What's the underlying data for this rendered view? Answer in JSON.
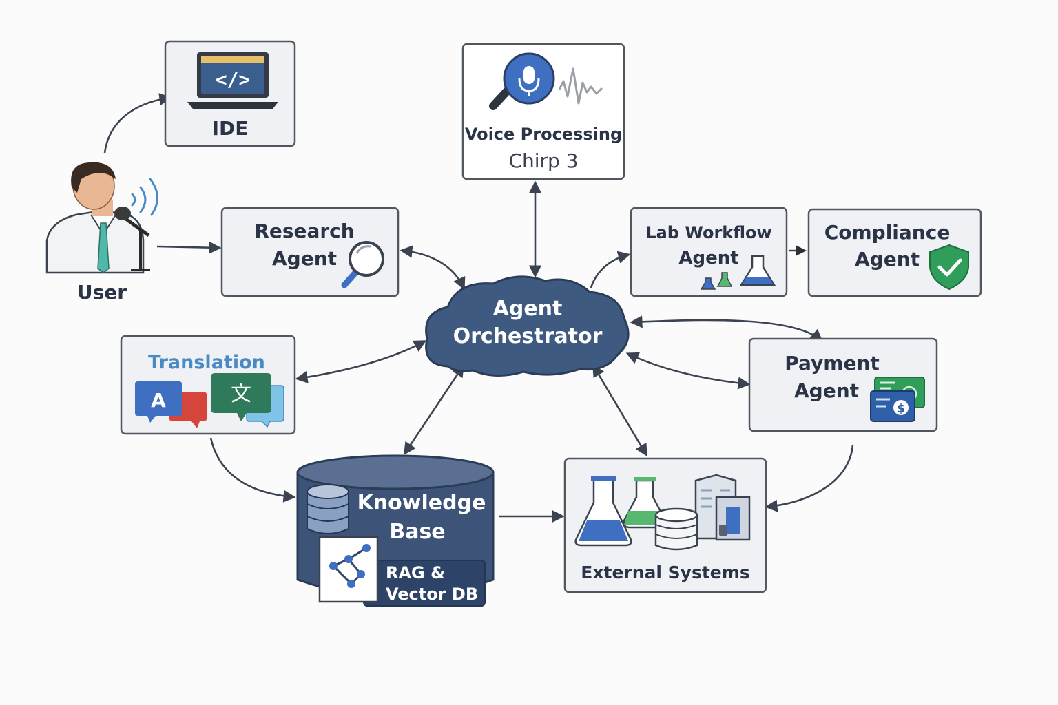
{
  "nodes": {
    "ide": {
      "label": "IDE"
    },
    "voice": {
      "title": "Voice Processing",
      "subtitle": "Chirp 3"
    },
    "user": {
      "label": "User"
    },
    "research": {
      "line1": "Research",
      "line2": "Agent"
    },
    "lab": {
      "line1": "Lab Workflow",
      "line2": "Agent"
    },
    "compliance": {
      "line1": "Compliance",
      "line2": "Agent"
    },
    "orchestrator": {
      "line1": "Agent",
      "line2": "Orchestrator"
    },
    "translation": {
      "label": "Translation",
      "glyph_a": "A",
      "glyph_b": "文"
    },
    "payment": {
      "line1": "Payment",
      "line2": "Agent",
      "currency": "$"
    },
    "knowledge": {
      "line1": "Knowledge",
      "line2": "Base",
      "tag_line1": "RAG &",
      "tag_line2": "Vector DB"
    },
    "external": {
      "label": "External Systems"
    }
  },
  "colors": {
    "box_fill": "#eff1f4",
    "box_stroke": "#51575f",
    "text_dark": "#2a3446",
    "orchestrator_fill": "#3f5a80",
    "knowledge_fill": "#3d5478",
    "accent_blue": "#3e6fc0",
    "accent_green": "#2f9e5b",
    "translation_title": "#4a8ac4"
  },
  "icons": [
    "code-laptop-icon",
    "microphone-icon",
    "waveform-icon",
    "magnifier-icon",
    "flask-icon",
    "shield-check-icon",
    "speech-bubbles-icon",
    "banknote-icon",
    "database-icon",
    "graph-document-icon",
    "server-building-icon"
  ],
  "edges": [
    {
      "from": "user",
      "to": "ide",
      "direction": "one-way"
    },
    {
      "from": "user",
      "to": "research",
      "direction": "one-way"
    },
    {
      "from": "research",
      "to": "orchestrator",
      "direction": "two-way"
    },
    {
      "from": "voice",
      "to": "orchestrator",
      "direction": "two-way"
    },
    {
      "from": "orchestrator",
      "to": "lab",
      "direction": "one-way"
    },
    {
      "from": "lab",
      "to": "compliance",
      "direction": "one-way"
    },
    {
      "from": "orchestrator",
      "to": "payment",
      "direction": "two-way"
    },
    {
      "from": "translation",
      "to": "orchestrator",
      "direction": "two-way"
    },
    {
      "from": "knowledge",
      "to": "orchestrator",
      "direction": "two-way"
    },
    {
      "from": "external",
      "to": "orchestrator",
      "direction": "two-way"
    },
    {
      "from": "translation",
      "to": "knowledge",
      "direction": "one-way"
    },
    {
      "from": "knowledge",
      "to": "external",
      "direction": "one-way"
    },
    {
      "from": "payment",
      "to": "external",
      "direction": "one-way"
    }
  ]
}
